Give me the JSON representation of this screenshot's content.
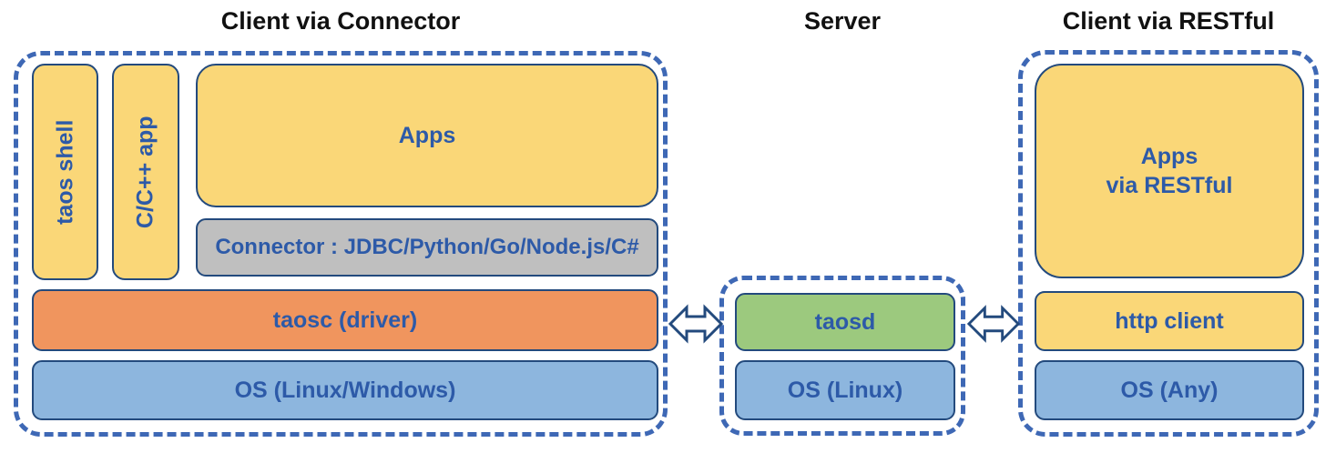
{
  "diagram": {
    "sections": [
      {
        "title": "Client via Connector",
        "boxes": {
          "taos_shell": "taos shell",
          "cpp_app": "C/C++ app",
          "apps": "Apps",
          "connector": "Connector : JDBC/Python/Go/Node.js/C#",
          "taosc": "taosc (driver)",
          "os": "OS (Linux/Windows)"
        }
      },
      {
        "title": "Server",
        "boxes": {
          "taosd": "taosd",
          "os": "OS (Linux)"
        }
      },
      {
        "title": "Client via RESTful",
        "boxes": {
          "apps_restful": "Apps\nvia RESTful",
          "http_client": "http client",
          "os": "OS (Any)"
        }
      }
    ],
    "icons": {
      "left_link": "bidirectional-arrow-icon",
      "right_link": "bidirectional-arrow-icon"
    },
    "colors": {
      "yellow_fill": "#FAD778",
      "orange_fill": "#F0955E",
      "blue_fill": "#8DB6DE",
      "green_fill": "#9CC97E",
      "gray_fill": "#BFBFBF",
      "box_border": "#234A7D",
      "dashed_border": "#3E68B5",
      "label_text": "#2D5AA8",
      "title_text": "#111111"
    }
  }
}
